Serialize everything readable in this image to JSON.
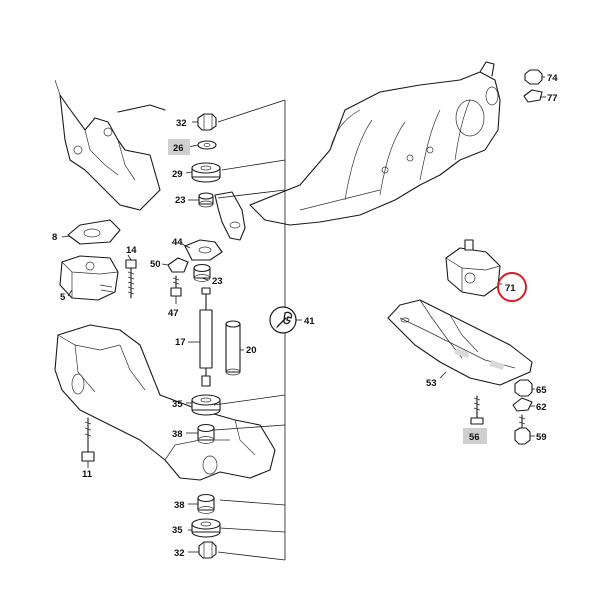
{
  "labels": {
    "l32a": "32",
    "l26": "26",
    "l29": "29",
    "l23a": "23",
    "l8": "8",
    "l44": "44",
    "l14": "14",
    "l50": "50",
    "l23b": "23",
    "l5": "5",
    "l47": "47",
    "l41": "41",
    "l17": "17",
    "l20": "20",
    "l35a": "35",
    "l38a": "38",
    "l11": "11",
    "l38b": "38",
    "l35b": "35",
    "l32b": "32",
    "l74": "74",
    "l77": "77",
    "l71": "71",
    "l53": "53",
    "l65": "65",
    "l62": "62",
    "l56": "56",
    "l59": "59"
  },
  "colors": {
    "line": "#1a1a1a",
    "highlight_gray": "#cfcfcf",
    "callout_red": "#d81e1e"
  },
  "icons": {
    "wrench": "wrench-icon"
  }
}
